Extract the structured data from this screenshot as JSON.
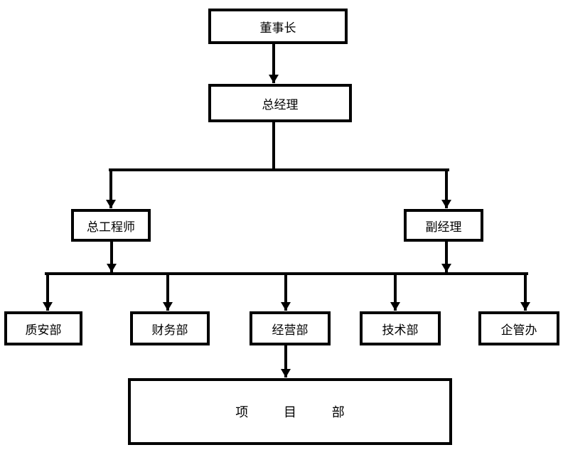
{
  "diagram": {
    "type": "org-chart",
    "colors": {
      "line": "#000000",
      "box_fill": "#ffffff",
      "text": "#000000"
    },
    "nodes": {
      "chairman": "董事长",
      "general_manager": "总经理",
      "chief_engineer": "总工程师",
      "deputy_manager": "副经理",
      "quality_safety": "质安部",
      "finance": "财务部",
      "business": "经营部",
      "technology": "技术部",
      "management_office": "企管办",
      "project": "项 目 部"
    },
    "edges": [
      [
        "chairman",
        "general_manager"
      ],
      [
        "general_manager",
        "chief_engineer"
      ],
      [
        "general_manager",
        "deputy_manager"
      ],
      [
        "chief_engineer",
        "quality_safety"
      ],
      [
        "chief_engineer",
        "finance"
      ],
      [
        "chief_engineer",
        "business"
      ],
      [
        "chief_engineer",
        "technology"
      ],
      [
        "chief_engineer",
        "management_office"
      ],
      [
        "deputy_manager",
        "quality_safety"
      ],
      [
        "deputy_manager",
        "finance"
      ],
      [
        "deputy_manager",
        "business"
      ],
      [
        "deputy_manager",
        "technology"
      ],
      [
        "deputy_manager",
        "management_office"
      ],
      [
        "business",
        "project"
      ]
    ]
  }
}
